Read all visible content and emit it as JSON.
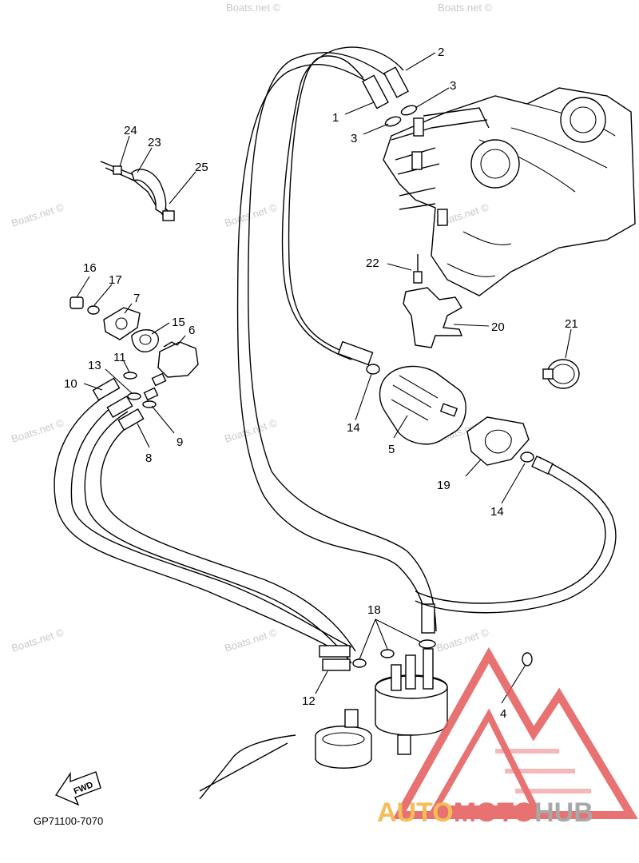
{
  "diagram_code": "GP71100-7070",
  "forward_arrow_label": "FWD",
  "watermark_text": "Boats.net ©",
  "brand": {
    "part1": "AUTO",
    "part2": "MOTO",
    "part3": "HUB",
    "colors": {
      "auto": "#f3b23a",
      "moto": "#e5595a",
      "hub": "#9a9a9a",
      "logo_triangle": "#e5595a"
    }
  },
  "callouts": {
    "c1": "1",
    "c2": "2",
    "c3a": "3",
    "c3b": "3",
    "c4": "4",
    "c5": "5",
    "c6": "6",
    "c7": "7",
    "c8": "8",
    "c9": "9",
    "c10": "10",
    "c11": "11",
    "c12": "12",
    "c13": "13",
    "c14a": "14",
    "c14b": "14",
    "c15": "15",
    "c16": "16",
    "c17": "17",
    "c18": "18",
    "c19": "19",
    "c20": "20",
    "c21": "21",
    "c22": "22",
    "c23": "23",
    "c24": "24",
    "c25": "25"
  }
}
